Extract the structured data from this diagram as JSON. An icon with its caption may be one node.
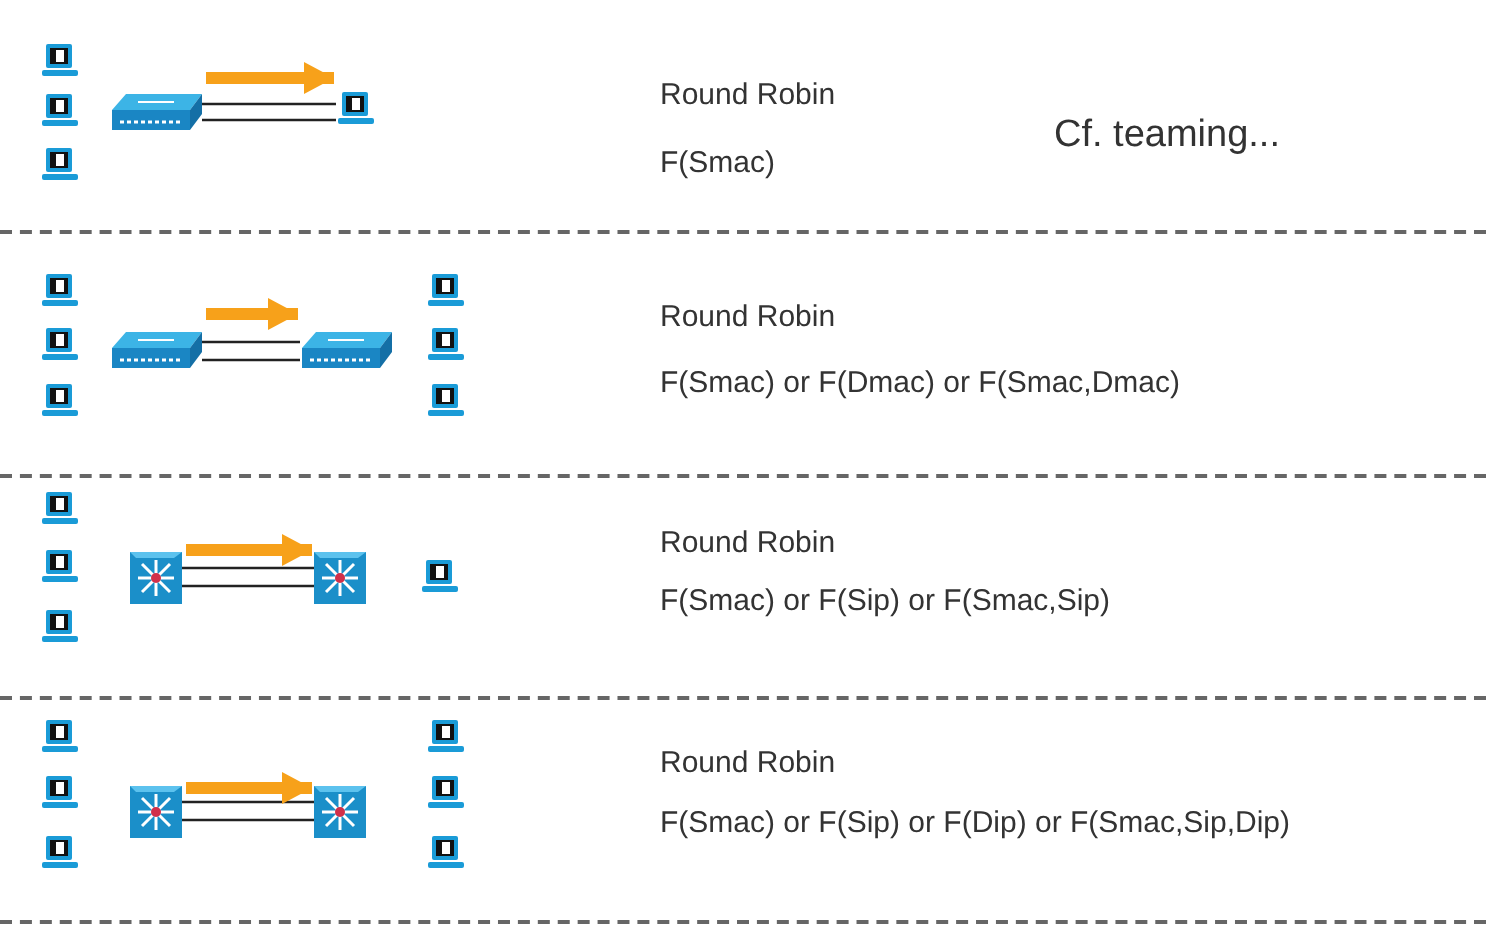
{
  "diagram": {
    "nodes": [
      {
        "text": [],
        "shape": "picture"
      },
      {
        "text": [],
        "shape": "picture"
      },
      {
        "text": [],
        "shape": "picture"
      },
      {
        "text": [],
        "shape": "picture"
      },
      {
        "text": [],
        "shape": "picture"
      },
      {
        "text": [],
        "shape": "picture"
      },
      {
        "text": [],
        "shape": "picture"
      },
      {
        "text": [],
        "shape": "picture"
      }
    ],
    "edges": [
      {
        "from": 0,
        "to": 1,
        "arrow": "none"
      },
      {
        "from": 0,
        "to": 1,
        "arrow": "none"
      },
      {
        "from": 2,
        "to": 3,
        "arrow": "none"
      },
      {
        "from": 2,
        "to": 3,
        "arrow": "none"
      },
      {
        "from": 4,
        "to": 5,
        "arrow": "none"
      },
      {
        "from": 4,
        "to": 5,
        "arrow": "none"
      },
      {
        "from": 6,
        "to": 7,
        "arrow": "none"
      },
      {
        "from": 6,
        "to": 7,
        "arrow": "none"
      },
      {
        "from": 0,
        "to": 1,
        "arrow": "to",
        "style": "thick",
        "color": "#f7a11a"
      },
      {
        "from": 2,
        "to": 3,
        "arrow": "to",
        "style": "thick",
        "color": "#f7a11a"
      },
      {
        "from": 4,
        "to": 5,
        "arrow": "to",
        "style": "thick",
        "color": "#f7a11a"
      },
      {
        "from": 6,
        "to": 7,
        "arrow": "to",
        "style": "thick",
        "color": "#f7a11a"
      }
    ],
    "labels": [
      "Round Robin",
      "F(Smac)",
      "Cf. teaming...",
      "Round Robin",
      "F(Smac) or F(Dmac) or F(Smac,Dmac)",
      "Round Robin",
      "F(Smac) or F(Sip) or F(Smac,Sip)",
      "Round Robin",
      "F(Smac) or F(Sip) or F(Dip) or F(Smac,Sip,Dip)"
    ]
  }
}
